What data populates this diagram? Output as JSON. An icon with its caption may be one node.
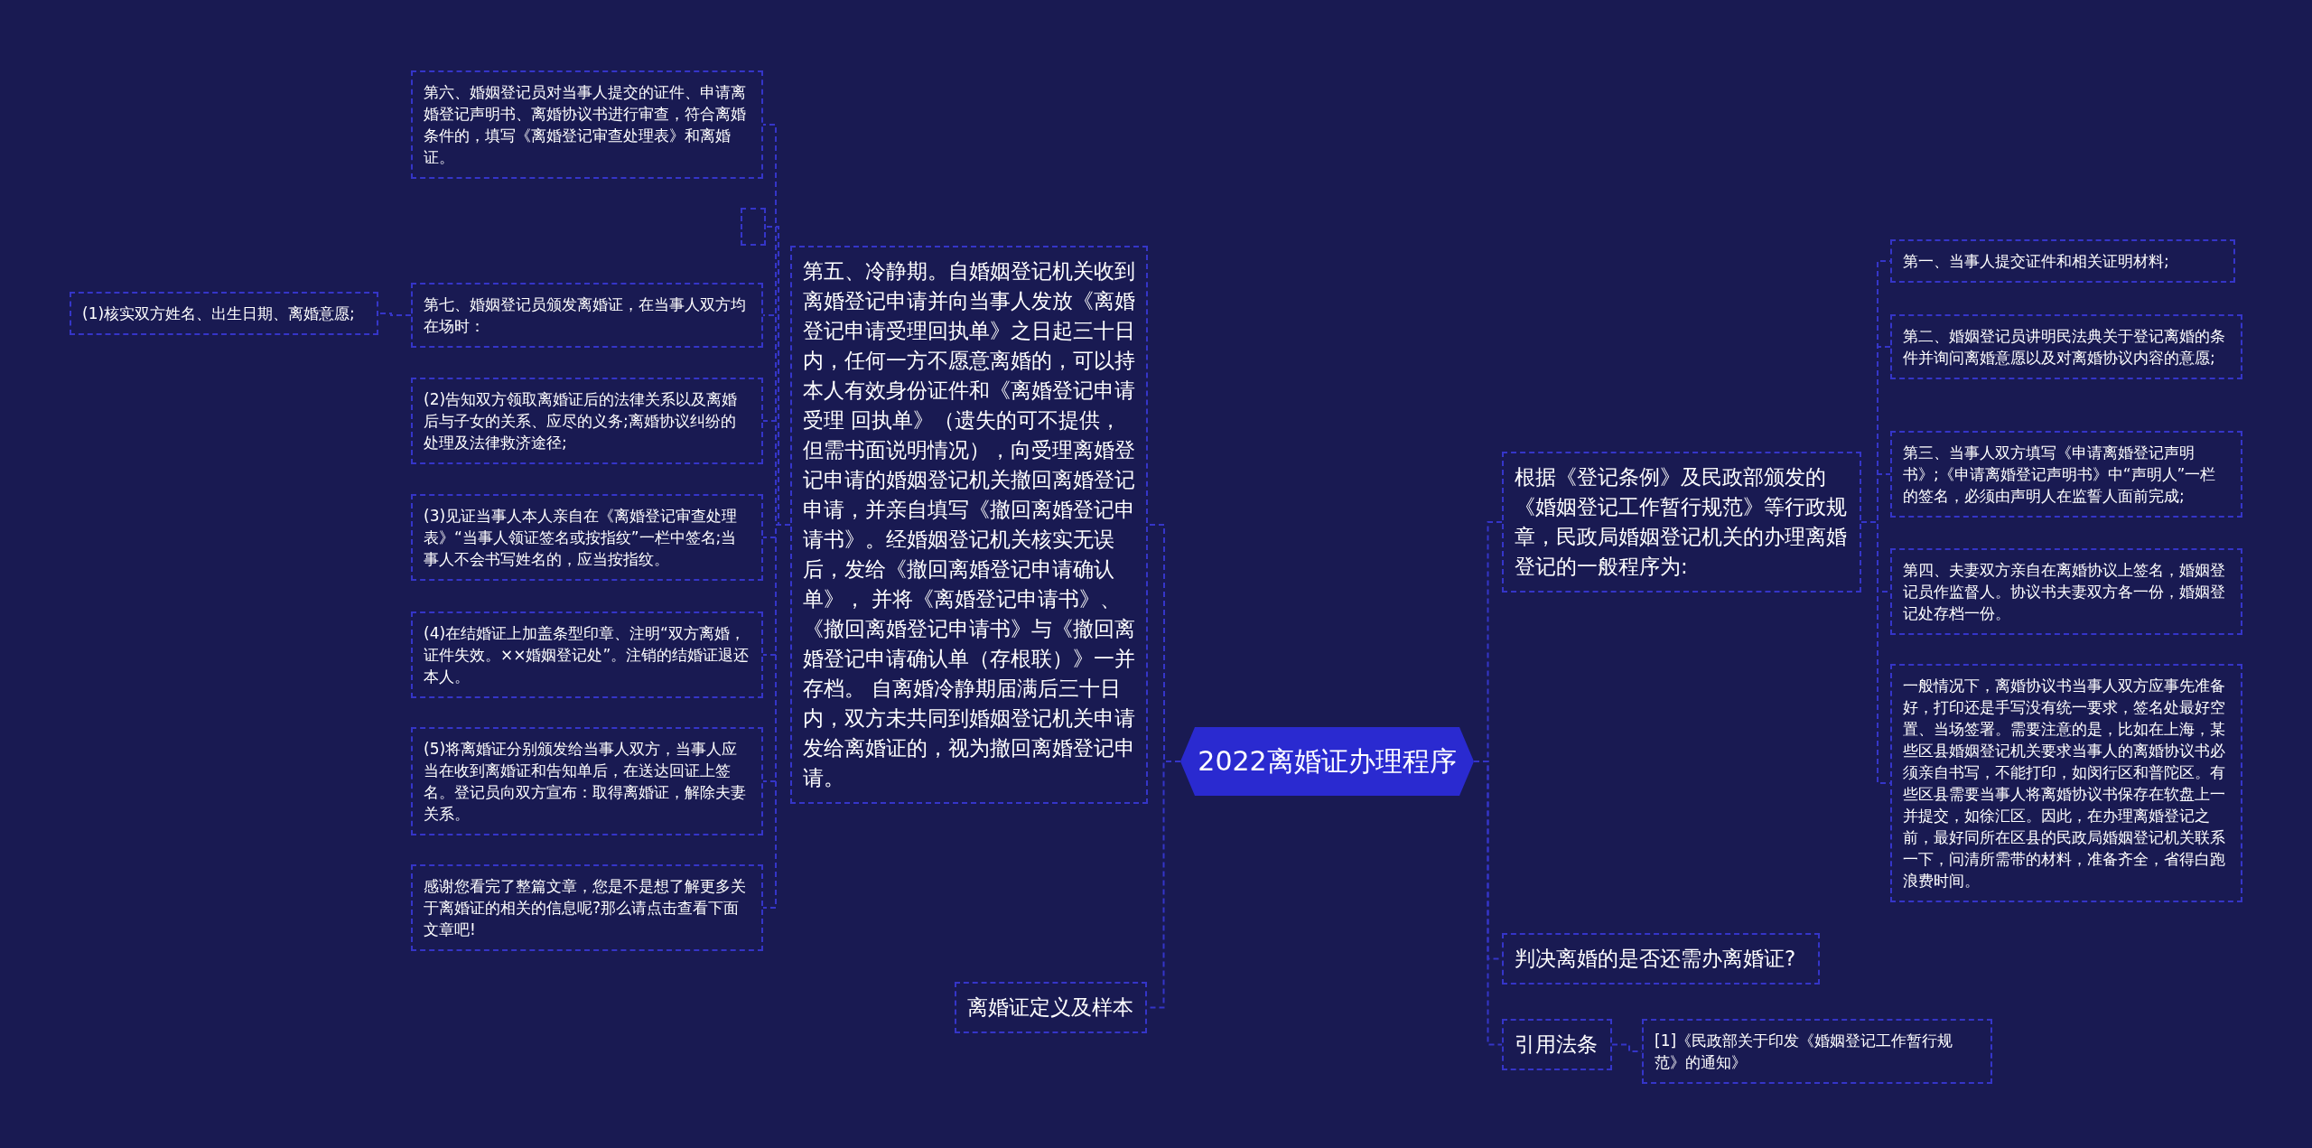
{
  "diagram": {
    "nodes": [
      {
        "text": [
          "2022离婚证办理程序"
        ]
      },
      {
        "text": [
          "第五、冷静期。自婚姻登记机关收到离婚登记申请并向当事人发放《离婚登记申请受理回执单》之日起三十日内，任何一方不愿意离婚的，可以持本人有效身份证件和《离婚登记申请受理 回执单》（遗失的可不提供，但需书面说明情况），向受理离婚登记申请的婚姻登记机关撤回离婚登记申请，并亲自填写《撤回离婚登记申请书》。经婚姻登记机关核实无误后，发给《撤回离婚登记申请确认单》， 并将《离婚登记申请书》、《撤回离婚登记申请书》与《撤回离婚登记申请确认单（存根联）》一并存档。 自离婚冷静期届满后三十日内，双方未共同到婚姻登记机关申请发给离婚证的，视为撤回离婚登记申请。"
        ]
      },
      {
        "text": [
          "第六、婚姻登记员对当事人提交的证件、申请离婚登记声明书、离婚协议书进行审查，符合离婚条件的，填写《离婚登记审查处理表》和离婚证。"
        ]
      },
      {
        "text": [],
        "shape": "box"
      },
      {
        "text": [
          "第七、婚姻登记员颁发离婚证，在当事人双方均在场时："
        ]
      },
      {
        "text": [
          "(1)核实双方姓名、出生日期、离婚意愿;"
        ]
      },
      {
        "text": [
          "(2)告知双方领取离婚证后的法律关系以及离婚后与子女的关系、应尽的义务;离婚协议纠纷的处理及法律救济途径;"
        ]
      },
      {
        "text": [
          "(3)见证当事人本人亲自在《离婚登记审查处理表》“当事人领证签名或按指纹”一栏中签名;当事人不会书写姓名的，应当按指纹。"
        ]
      },
      {
        "text": [
          "(4)在结婚证上加盖条型印章、注明“双方离婚，证件失效。××婚姻登记处”。注销的结婚证退还本人。"
        ]
      },
      {
        "text": [
          "(5)将离婚证分别颁发给当事人双方，当事人应当在收到离婚证和告知单后，在送达回证上签名。登记员向双方宣布：取得离婚证，解除夫妻关系。"
        ]
      },
      {
        "text": [
          "感谢您看完了整篇文章，您是不是想了解更多关于离婚证的相关的信息呢?那么请点击查看下面文章吧!"
        ]
      },
      {
        "text": [
          "离婚证定义及样本"
        ]
      },
      {
        "text": [
          "根据《登记条例》及民政部颁发的《婚姻登记工作暂行规范》等行政规章，民政局婚姻登记机关的办理离婚登记的一般程序为:"
        ]
      },
      {
        "text": [
          "第一、当事人提交证件和相关证明材料;"
        ]
      },
      {
        "text": [
          "第二、婚姻登记员讲明民法典关于登记离婚的条件并询问离婚意愿以及对离婚协议内容的意愿;"
        ]
      },
      {
        "text": [
          "第三、当事人双方填写《申请离婚登记声明书》;《申请离婚登记声明书》中“声明人”一栏的签名，必须由声明人在监誓人面前完成;"
        ]
      },
      {
        "text": [
          "第四、夫妻双方亲自在离婚协议上签名，婚姻登记员作监督人。协议书夫妻双方各一份，婚姻登记处存档一份。"
        ]
      },
      {
        "text": [
          "一般情况下，离婚协议书当事人双方应事先准备好，打印还是手写没有统一要求，签名处最好空置、当场签署。需要注意的是，比如在上海，某些区县婚姻登记机关要求当事人的离婚协议书必须亲自书写，不能打印，如闵行区和普陀区。有些区县需要当事人将离婚协议书保存在软盘上一并提交，如徐汇区。因此，在办理离婚登记之前，最好同所在区县的民政局婚姻登记机关联系一下，问清所需带的材料，准备齐全，省得白跑浪费时间。"
        ]
      },
      {
        "text": [
          "判决离婚的是否还需办离婚证?"
        ]
      },
      {
        "text": [
          "引用法条"
        ]
      },
      {
        "text": [
          "[1]《民政部关于印发《婚姻登记工作暂行规范》的通知》"
        ]
      }
    ],
    "edges": [
      {
        "from": 0,
        "to": 1,
        "arrow": "none"
      },
      {
        "from": 0,
        "to": 11,
        "arrow": "none"
      },
      {
        "from": 1,
        "to": 2,
        "arrow": "none"
      },
      {
        "from": 1,
        "to": 3,
        "arrow": "none"
      },
      {
        "from": 1,
        "to": 4,
        "arrow": "none"
      },
      {
        "from": 4,
        "to": 5,
        "arrow": "none"
      },
      {
        "from": 1,
        "to": 6,
        "arrow": "none"
      },
      {
        "from": 1,
        "to": 7,
        "arrow": "none"
      },
      {
        "from": 1,
        "to": 8,
        "arrow": "none"
      },
      {
        "from": 1,
        "to": 9,
        "arrow": "none"
      },
      {
        "from": 1,
        "to": 10,
        "arrow": "none"
      },
      {
        "from": 0,
        "to": 12,
        "arrow": "none"
      },
      {
        "from": 12,
        "to": 13,
        "arrow": "none"
      },
      {
        "from": 12,
        "to": 14,
        "arrow": "none"
      },
      {
        "from": 12,
        "to": 15,
        "arrow": "none"
      },
      {
        "from": 12,
        "to": 16,
        "arrow": "none"
      },
      {
        "from": 12,
        "to": 17,
        "arrow": "none"
      },
      {
        "from": 0,
        "to": 18,
        "arrow": "none"
      },
      {
        "from": 0,
        "to": 19,
        "arrow": "none"
      },
      {
        "from": 19,
        "to": 20,
        "arrow": "none"
      }
    ]
  }
}
